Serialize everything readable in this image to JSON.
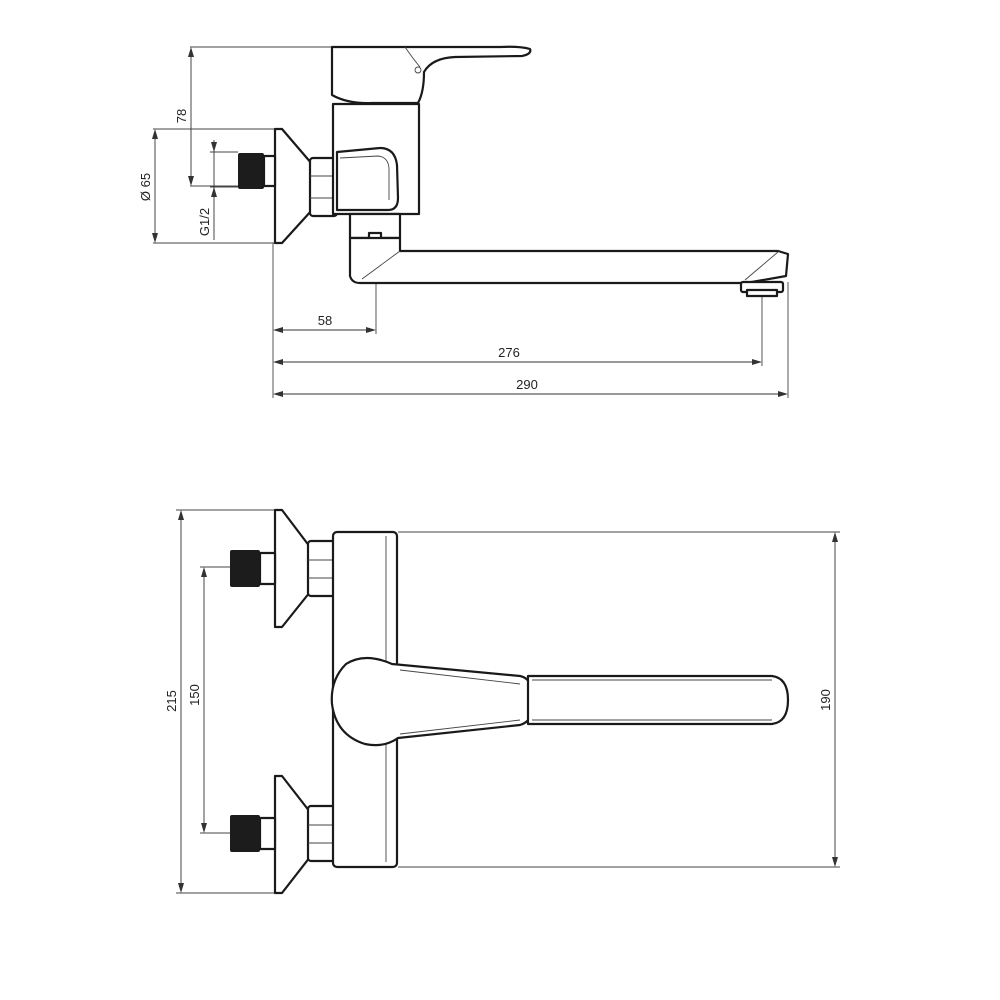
{
  "side_view": {
    "dimensions": {
      "height_top": "78",
      "flange_diameter": "Ø 65",
      "thread": "G1/2",
      "offset": "58",
      "spout_reach": "276",
      "total_length": "290"
    }
  },
  "front_view": {
    "dimensions": {
      "total_height": "215",
      "connection_spacing": "150",
      "body_height": "190"
    }
  }
}
